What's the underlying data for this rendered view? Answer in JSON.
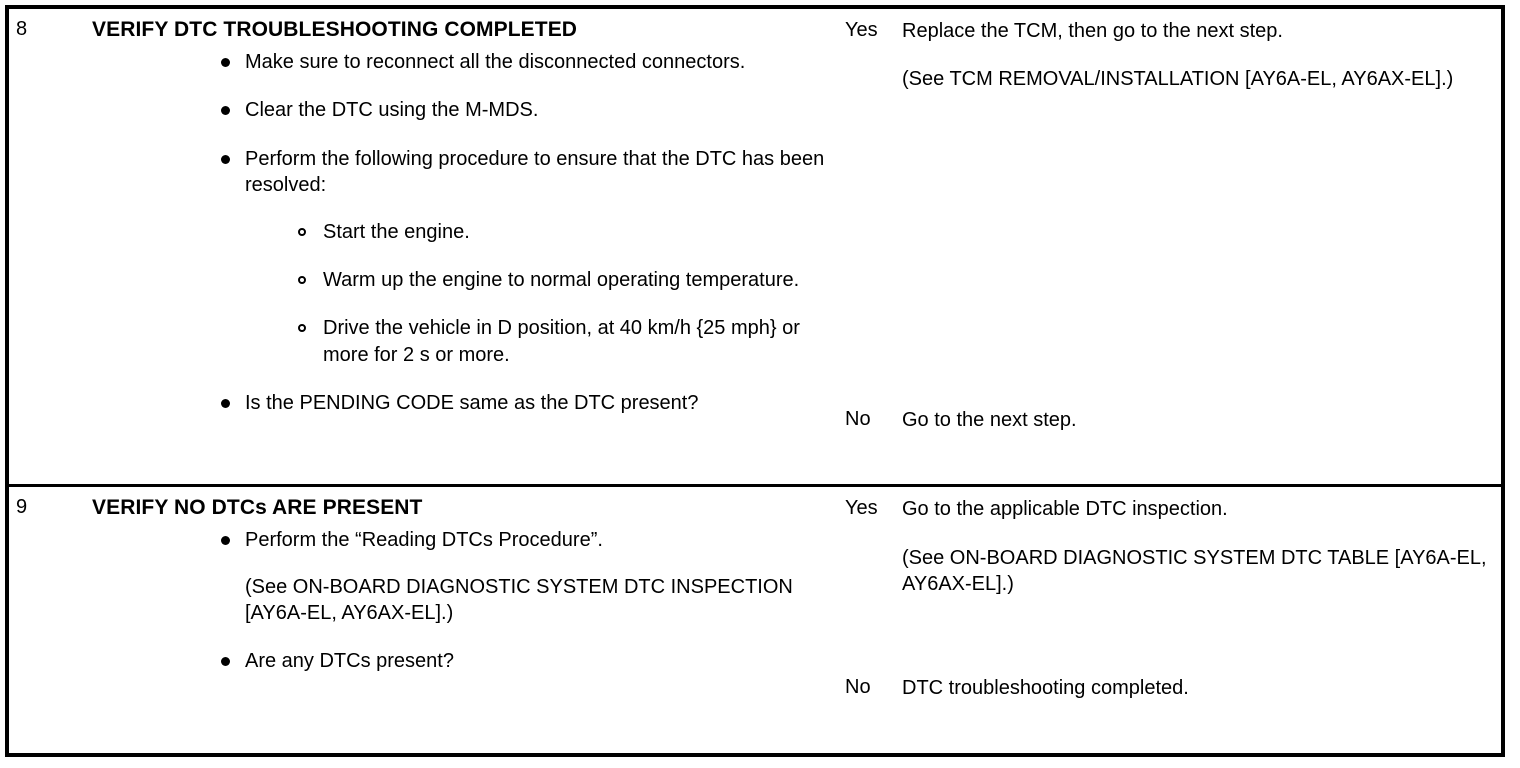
{
  "table": {
    "steps": [
      {
        "number": "8",
        "title": "VERIFY DTC TROUBLESHOOTING COMPLETED",
        "bullets": [
          {
            "text": "Make sure to reconnect all the disconnected connectors."
          },
          {
            "text": "Clear the DTC using the M-MDS."
          },
          {
            "text": "Perform the following procedure to ensure that the DTC has been resolved:",
            "subbullets": [
              "Start the engine.",
              "Warm up the engine to normal operating temperature.",
              "Drive the vehicle in D position, at 40 km/h {25 mph} or more for 2 s or more."
            ]
          },
          {
            "text": "Is the PENDING CODE same as the DTC present?"
          }
        ],
        "results": [
          {
            "judgement": "Yes",
            "lines": [
              "Replace the TCM, then go to the next step.",
              "(See TCM REMOVAL/INSTALLATION [AY6A-EL, AY6AX-EL].)"
            ]
          },
          {
            "judgement": "No",
            "lines": [
              "Go to the next step."
            ]
          }
        ]
      },
      {
        "number": "9",
        "title": "VERIFY NO DTCs ARE PRESENT",
        "bullets": [
          {
            "text": "Perform the “Reading DTCs Procedure”.",
            "note": "(See ON-BOARD DIAGNOSTIC SYSTEM DTC INSPECTION [AY6A-EL, AY6AX-EL].)"
          },
          {
            "text": "Are any DTCs present?"
          }
        ],
        "results": [
          {
            "judgement": "Yes",
            "lines": [
              "Go to the applicable DTC inspection.",
              "(See ON-BOARD DIAGNOSTIC SYSTEM DTC TABLE [AY6A-EL, AY6AX-EL].)"
            ]
          },
          {
            "judgement": "No",
            "lines": [
              "DTC troubleshooting completed."
            ]
          }
        ]
      }
    ]
  }
}
